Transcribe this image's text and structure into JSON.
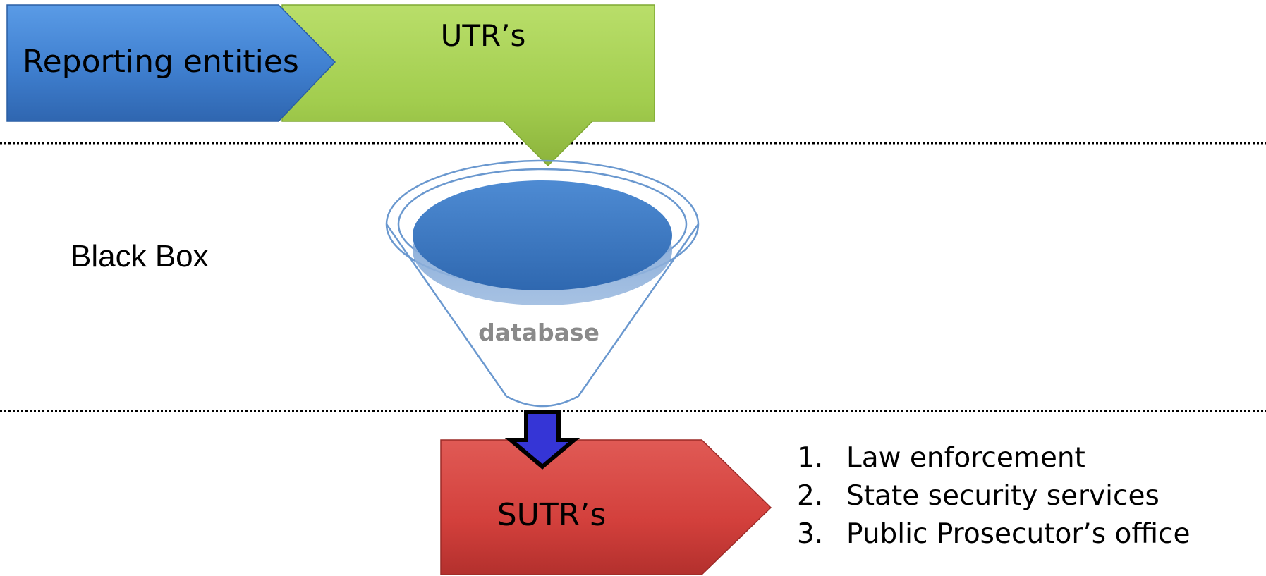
{
  "labels": {
    "reporting_entities": "Reporting entities",
    "utrs": "UTR’s",
    "black_box": "Black Box",
    "database": "database",
    "sutrs": "SUTR’s"
  },
  "recipients": [
    {
      "number": "1.",
      "text": "Law enforcement"
    },
    {
      "number": "2.",
      "text": "State security services"
    },
    {
      "number": "3.",
      "text": "Public Prosecutor’s office"
    }
  ],
  "colors": {
    "reporting_blue": "#3f7fcf",
    "utr_green": "#a2cd4e",
    "database_blue": "#3b77c1",
    "funnel_outline": "#6a98cf",
    "sutr_red": "#d3403c",
    "arrow_fill": "#3535d6",
    "divider": "#000000"
  }
}
